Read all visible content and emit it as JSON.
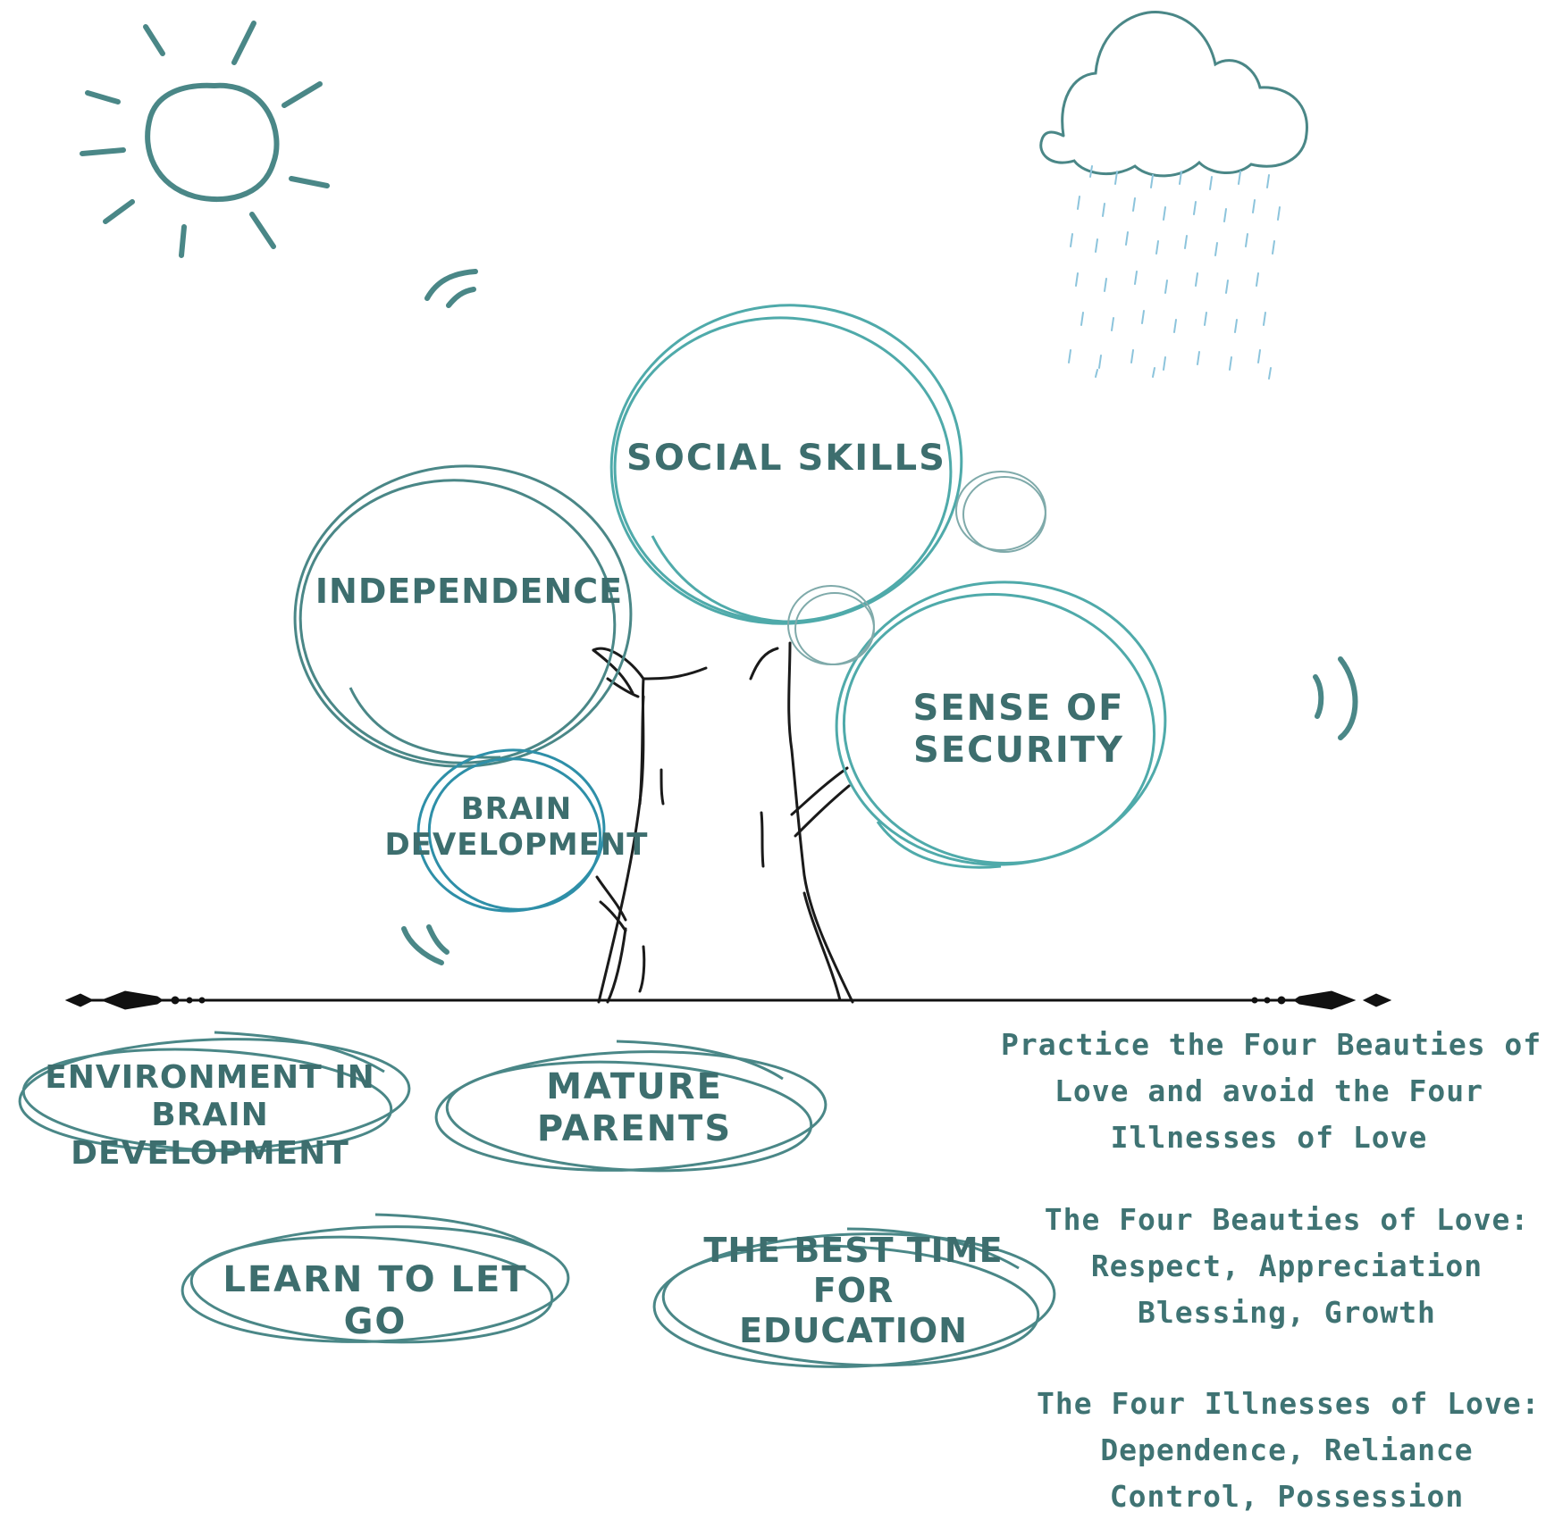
{
  "tree_bubbles": {
    "social_skills": "SOCIAL SKILLS",
    "independence": "INDEPENDENCE",
    "sense_of_security": [
      "SENSE OF",
      "SECURITY"
    ],
    "brain_development": [
      "BRAIN",
      "DEVELOPMENT"
    ]
  },
  "ground_topics": {
    "environment": [
      "ENVIRONMENT IN",
      "BRAIN",
      "DEVELOPMENT"
    ],
    "mature_parents": [
      "MATURE",
      "PARENTS"
    ],
    "learn_to_let_go": [
      "LEARN TO LET",
      "GO"
    ],
    "best_time": [
      "THE BEST TIME",
      "FOR",
      "EDUCATION"
    ]
  },
  "notes": {
    "practice": [
      "Practice the Four Beauties of",
      "Love and avoid the Four",
      "Illnesses of Love"
    ],
    "beauties": [
      "The Four Beauties of Love:",
      "Respect, Appreciation",
      "Blessing, Growth"
    ],
    "illnesses": [
      "The Four Illnesses of Love:",
      "Dependence, Reliance",
      "Control, Possession"
    ]
  },
  "colors": {
    "ink": "#3d6e6e",
    "teal_dark": "#4a8787",
    "teal": "#4faaaa",
    "blue_circle": "#2e8fa8",
    "rain": "#8cc4dc",
    "trunk": "#1a1a1a"
  },
  "icons": [
    "sun-icon",
    "cloud-icon",
    "rain-icon",
    "tree-trunk",
    "divider-ornament"
  ]
}
